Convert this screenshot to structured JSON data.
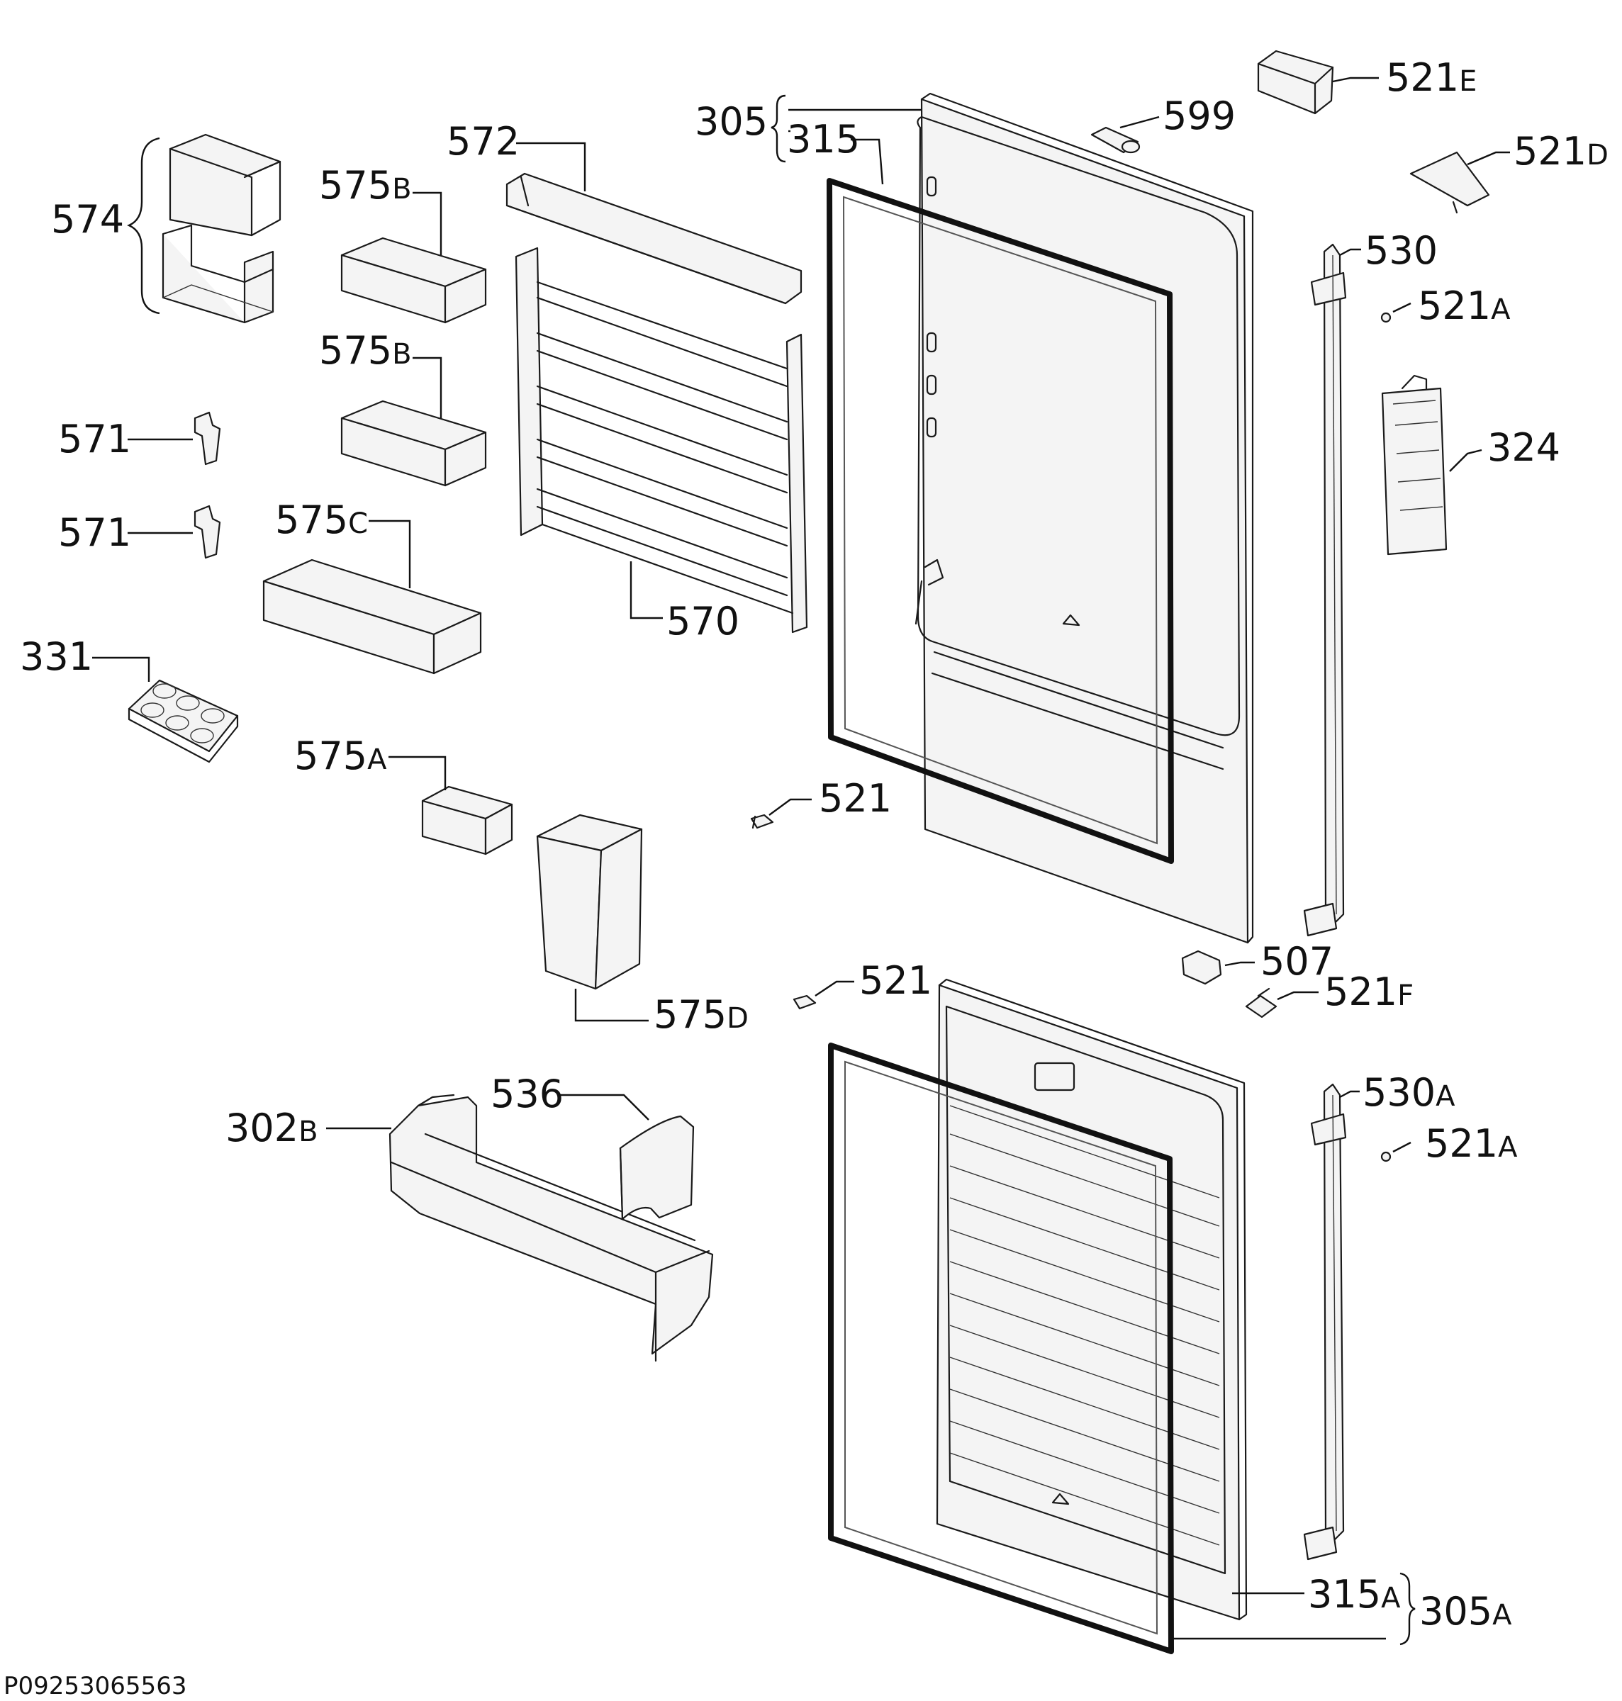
{
  "diagram": {
    "reference_code": "P09253065563",
    "labels": {
      "l574": {
        "num": "574",
        "suffix": ""
      },
      "l575b1": {
        "num": "575",
        "suffix": "B"
      },
      "l575b2": {
        "num": "575",
        "suffix": "B"
      },
      "l571a": {
        "num": "571",
        "suffix": ""
      },
      "l571b": {
        "num": "571",
        "suffix": ""
      },
      "l575c": {
        "num": "575",
        "suffix": "C"
      },
      "l331": {
        "num": "331",
        "suffix": ""
      },
      "l575a": {
        "num": "575",
        "suffix": "A"
      },
      "l575d": {
        "num": "575",
        "suffix": "D"
      },
      "l302b": {
        "num": "302",
        "suffix": "B"
      },
      "l536": {
        "num": "536",
        "suffix": ""
      },
      "l572": {
        "num": "572",
        "suffix": ""
      },
      "l570": {
        "num": "570",
        "suffix": ""
      },
      "l305": {
        "num": "305",
        "suffix": ""
      },
      "l315": {
        "num": "315",
        "suffix": ""
      },
      "l599": {
        "num": "599",
        "suffix": ""
      },
      "l521e": {
        "num": "521",
        "suffix": "E"
      },
      "l521d": {
        "num": "521",
        "suffix": "D"
      },
      "l530": {
        "num": "530",
        "suffix": ""
      },
      "l521a1": {
        "num": "521",
        "suffix": "A"
      },
      "l324": {
        "num": "324",
        "suffix": ""
      },
      "l521a": {
        "num": "521",
        "suffix": ""
      },
      "l521b": {
        "num": "521",
        "suffix": ""
      },
      "l507": {
        "num": "507",
        "suffix": ""
      },
      "l521f": {
        "num": "521",
        "suffix": "F"
      },
      "l530a": {
        "num": "530",
        "suffix": "A"
      },
      "l521a2": {
        "num": "521",
        "suffix": "A"
      },
      "l315a": {
        "num": "315",
        "suffix": "A"
      },
      "l305a": {
        "num": "305",
        "suffix": "A"
      }
    }
  }
}
